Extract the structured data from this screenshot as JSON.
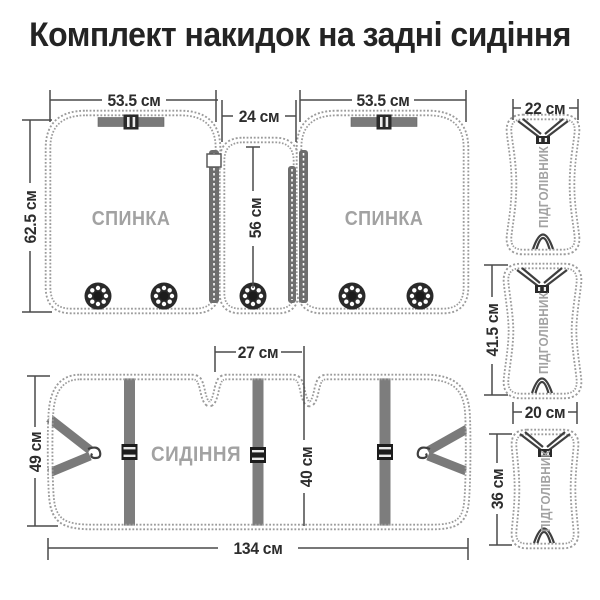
{
  "title": "Комплект накидок на задні сидіння",
  "diagram": {
    "backrest_label": "СПИНКА",
    "seat_label": "СИДІННЯ",
    "headrest_label": "ПІДГОЛІВНИК",
    "dims": {
      "backrest_left_width": "53.5 см",
      "middle_width": "24 см",
      "backrest_right_width": "53.5 см",
      "headrest_top_width": "22 см",
      "backrest_height": "62.5 см",
      "middle_height": "56 см",
      "headrest_mid_height": "41.5 см",
      "seat_gap_width": "27 см",
      "seat_left_height": "49 см",
      "seat_mid_height": "40 см",
      "headrest_bottom_width": "20 см",
      "headrest_bottom_height": "36 см",
      "seat_width": "134 см"
    }
  },
  "colors": {
    "background": "#ffffff",
    "title_text": "#242424",
    "dimension_text": "#2d2d2d",
    "dimension_line": "#4a4a4a",
    "panel_label": "#a2a2a2",
    "stitch_trim": "#9b9b9b",
    "strap": "#7a7a7a",
    "zipper": "#6e6e6e",
    "hardware": "#2a2a2a"
  }
}
